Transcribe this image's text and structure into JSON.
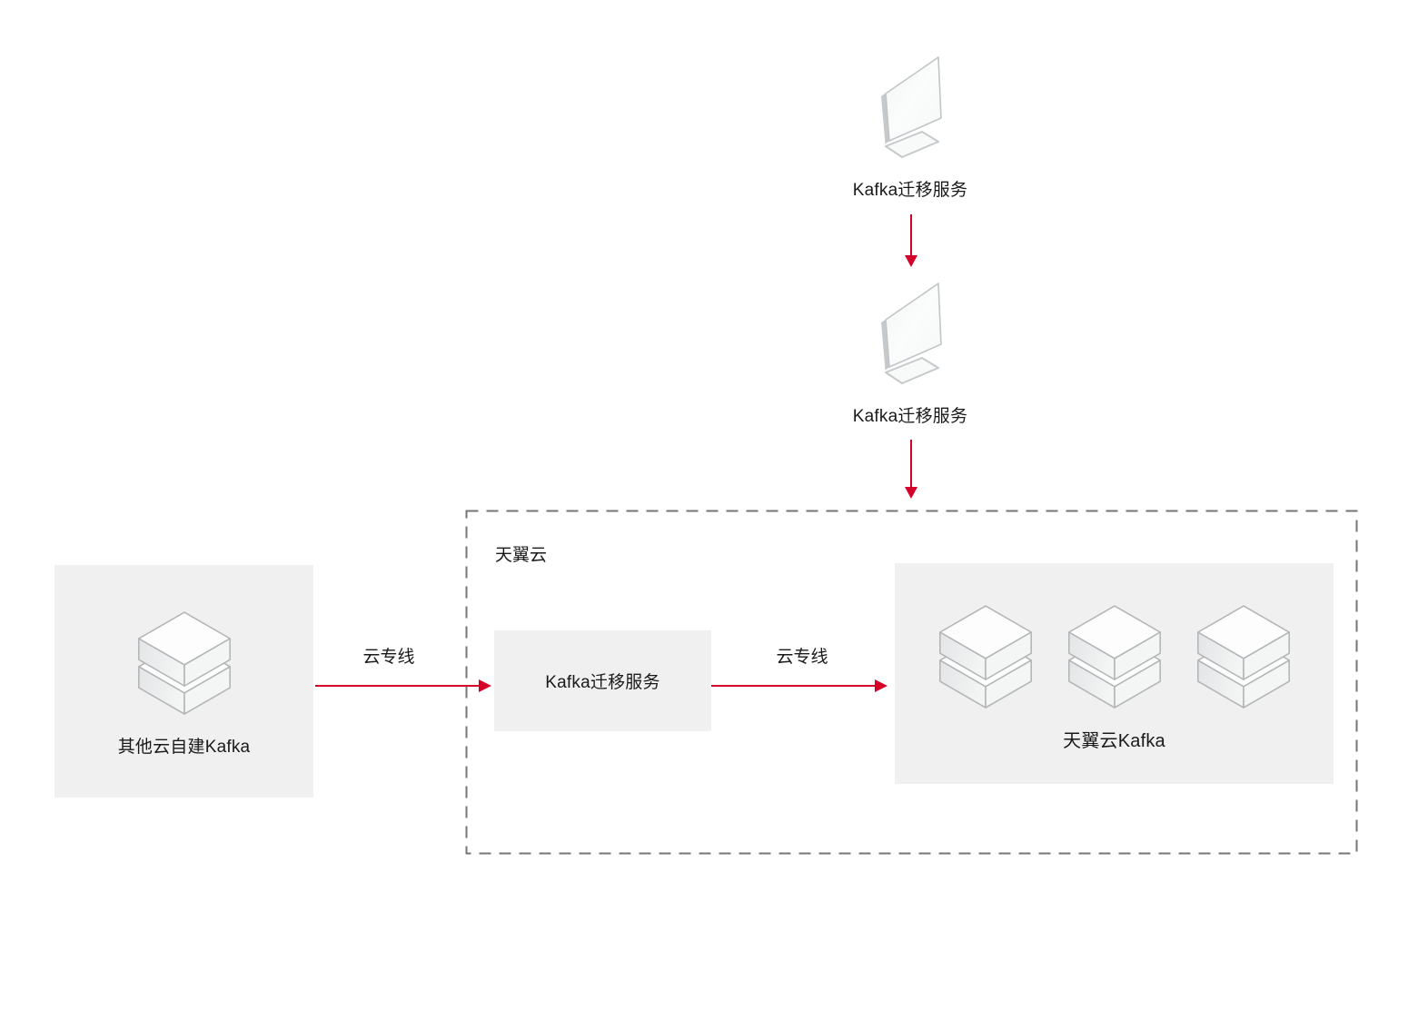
{
  "colors": {
    "accent_red": "#d50029",
    "node_box_bg": "#f0f0f0",
    "boundary_border": "#757575",
    "text": "#1a1a1a"
  },
  "external_tools": {
    "top": {
      "label": "Kafka迁移服务"
    },
    "middle": {
      "label": "Kafka迁移服务"
    }
  },
  "boundary": {
    "label": "天翼云"
  },
  "source_node": {
    "label": "其他云自建Kafka"
  },
  "migration_node": {
    "label": "Kafka迁移服务"
  },
  "target_node": {
    "label": "天翼云Kafka"
  },
  "links": {
    "source_to_migration": {
      "label": "云专线"
    },
    "migration_to_target": {
      "label": "云专线"
    }
  }
}
